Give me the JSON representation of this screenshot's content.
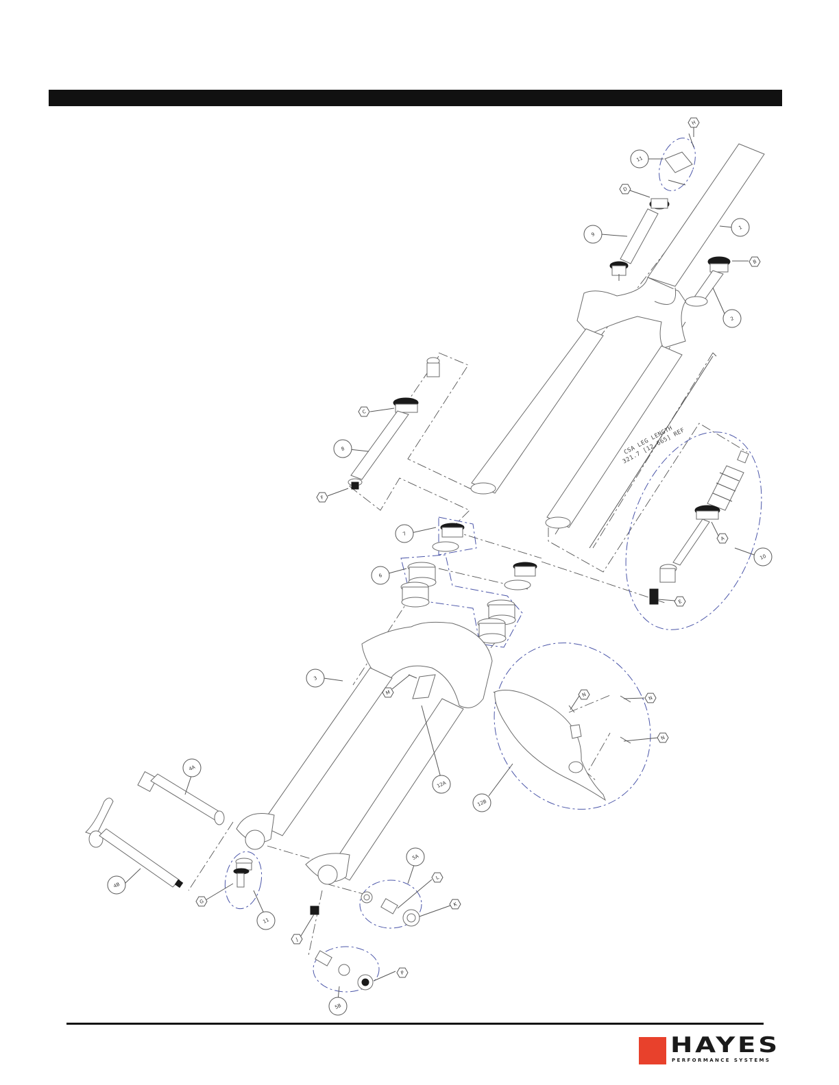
{
  "callouts": [
    {
      "id": "1",
      "shape": "circle"
    },
    {
      "id": "2",
      "shape": "circle"
    },
    {
      "id": "3",
      "shape": "circle"
    },
    {
      "id": "4A",
      "shape": "circle"
    },
    {
      "id": "4B",
      "shape": "circle"
    },
    {
      "id": "5A",
      "shape": "circle"
    },
    {
      "id": "5B",
      "shape": "circle"
    },
    {
      "id": "6",
      "shape": "circle"
    },
    {
      "id": "7",
      "shape": "circle"
    },
    {
      "id": "8",
      "shape": "circle"
    },
    {
      "id": "9",
      "shape": "circle"
    },
    {
      "id": "10",
      "shape": "circle"
    },
    {
      "id": "11",
      "shape": "circle"
    },
    {
      "id": "11",
      "shape": "circle"
    },
    {
      "id": "12A",
      "shape": "circle"
    },
    {
      "id": "12B",
      "shape": "circle"
    },
    {
      "id": "A",
      "shape": "hex"
    },
    {
      "id": "B",
      "shape": "hex"
    },
    {
      "id": "C",
      "shape": "hex"
    },
    {
      "id": "D",
      "shape": "hex"
    },
    {
      "id": "E",
      "shape": "hex"
    },
    {
      "id": "F",
      "shape": "hex"
    },
    {
      "id": "G",
      "shape": "hex"
    },
    {
      "id": "H",
      "shape": "hex"
    },
    {
      "id": "J",
      "shape": "hex"
    },
    {
      "id": "K",
      "shape": "hex"
    },
    {
      "id": "L",
      "shape": "hex"
    },
    {
      "id": "M",
      "shape": "hex"
    },
    {
      "id": "N",
      "shape": "hex"
    },
    {
      "id": "N",
      "shape": "hex"
    },
    {
      "id": "N",
      "shape": "hex"
    },
    {
      "id": "P",
      "shape": "hex"
    }
  ],
  "dimension": {
    "line1": "CSA LEG LENGTH",
    "line2": "321.7 [12.665] REF"
  },
  "brand": {
    "name": "HAYES",
    "tagline": "PERFORMANCE SYSTEMS",
    "accent_color": "#e8412c"
  }
}
